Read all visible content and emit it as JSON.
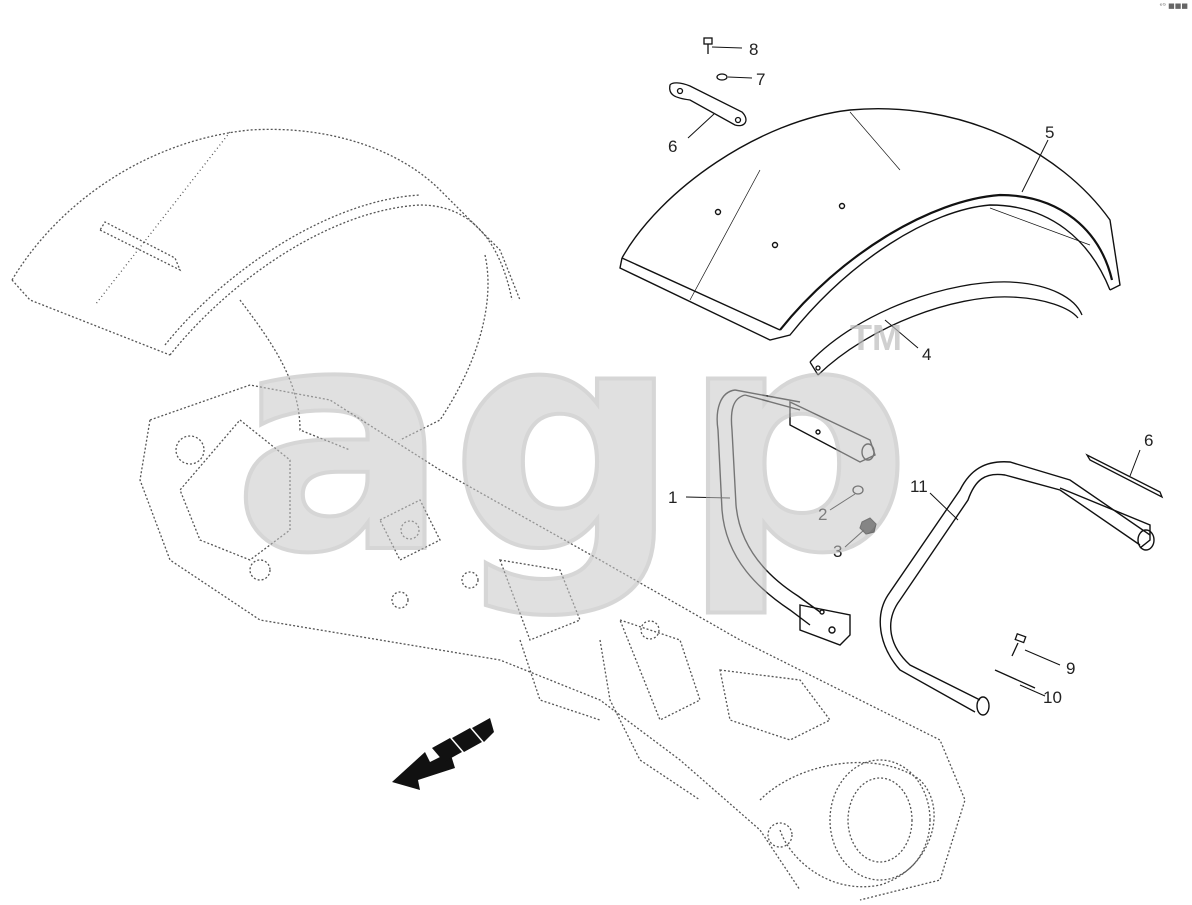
{
  "corner_mark": "ᵉᴳ ■■■",
  "watermark": {
    "text": "agp",
    "tm": "TM"
  },
  "callouts": [
    {
      "id": "c8",
      "label": "8"
    },
    {
      "id": "c7",
      "label": "7"
    },
    {
      "id": "c6a",
      "label": "6"
    },
    {
      "id": "c5",
      "label": "5"
    },
    {
      "id": "c4",
      "label": "4"
    },
    {
      "id": "c1",
      "label": "1"
    },
    {
      "id": "c2",
      "label": "2"
    },
    {
      "id": "c3",
      "label": "3"
    },
    {
      "id": "c6b",
      "label": "6"
    },
    {
      "id": "c11",
      "label": "11"
    },
    {
      "id": "c9",
      "label": "9"
    },
    {
      "id": "c10",
      "label": "10"
    }
  ],
  "colors": {
    "line": "#111111",
    "dotted": "#555555",
    "watermark": "#c8c8c8"
  }
}
